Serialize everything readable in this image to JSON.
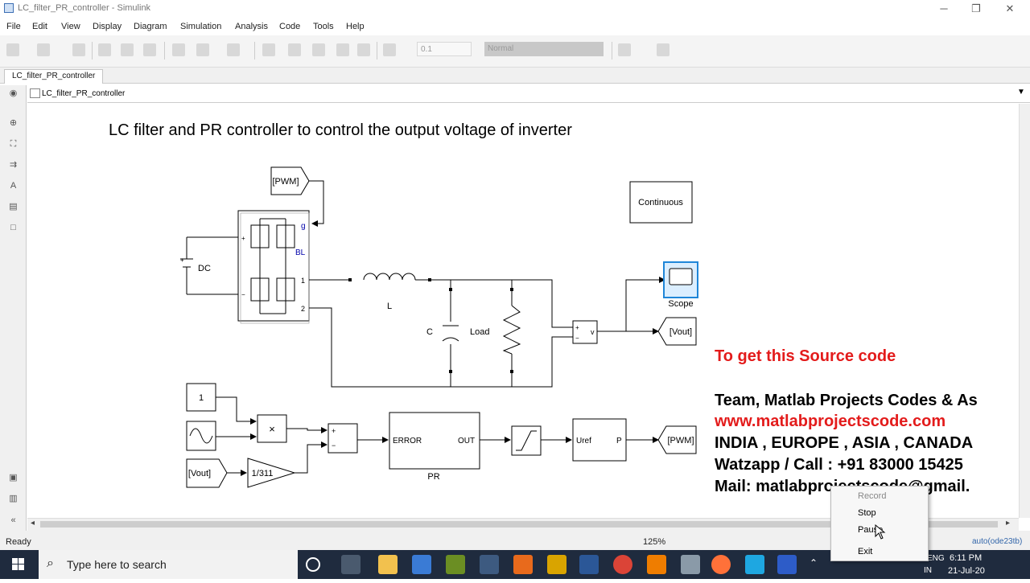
{
  "window": {
    "title": "LC_filter_PR_controller - Simulink"
  },
  "menu": [
    "File",
    "Edit",
    "View",
    "Display",
    "Diagram",
    "Simulation",
    "Analysis",
    "Code",
    "Tools",
    "Help"
  ],
  "toolbar": {
    "stop_time": "0.1",
    "sim_mode": "Normal"
  },
  "tab": {
    "label": "LC_filter_PR_controller"
  },
  "breadcrumb": {
    "label": "LC_filter_PR_controller"
  },
  "diagram": {
    "title": "LC filter and PR controller to control the output voltage of inverter",
    "blocks": {
      "pwm_from": "[PWM]",
      "continuous": "Continuous",
      "dc": "DC",
      "bridge_g": "g",
      "bridge_bl": "BL",
      "bridge_1": "1",
      "bridge_2": "2",
      "inductor": "L",
      "capacitor": "C",
      "load": "Load",
      "vmeas": "v",
      "scope": "Scope",
      "vout_goto": "[Vout]",
      "const": "1",
      "product": "×",
      "vout_from": "[Vout]",
      "gain": "1/311",
      "sum_plus": "+",
      "sum_minus": "−",
      "pr_in": "ERROR",
      "pr_out": "OUT",
      "pr_name": "PR",
      "pwmgen_in": "Uref",
      "pwmgen_out": "P",
      "pwm_goto": "[PWM]"
    },
    "overlay": [
      "To get this Source code",
      "Team, Matlab Projects Codes & As",
      "www.matlabprojectscode.com",
      "INDIA , EUROPE , ASIA , CANADA",
      "Watzapp / Call : +91 83000 15425",
      "Mail: matlabprojectscode@gmail."
    ]
  },
  "status": {
    "left": "Ready",
    "zoom": "125%",
    "solver": "auto(ode23tb)"
  },
  "context_menu": {
    "header": "Record",
    "items": [
      "Stop",
      "Pause",
      "Exit"
    ]
  },
  "taskbar": {
    "search_placeholder": "Type here to search",
    "time": "6:11 PM",
    "date": "21-Jul-20",
    "lang_top": "ENG",
    "lang_bottom": "IN"
  }
}
